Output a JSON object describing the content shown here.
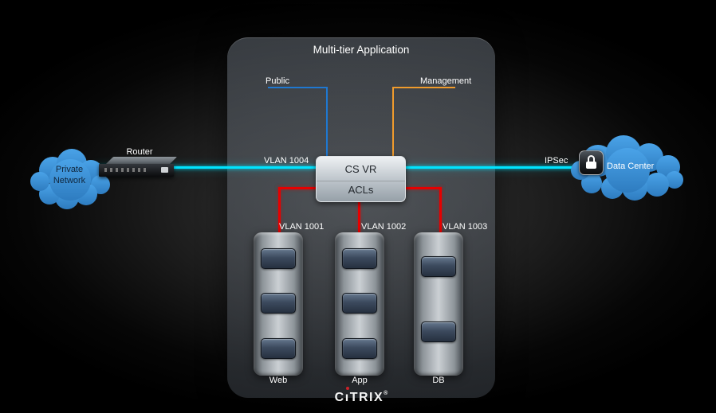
{
  "diagram": {
    "title": "Multi-tier Application",
    "nodes": {
      "private_network": {
        "label": "Private Network"
      },
      "router": {
        "label": "Router"
      },
      "cs_vr": {
        "label": "CS VR",
        "sublabel": "ACLs"
      },
      "data_center": {
        "label": "Data Center",
        "icon": "lock-icon"
      }
    },
    "links": {
      "public": {
        "label": "Public",
        "color": "#1f78d1"
      },
      "management": {
        "label": "Management",
        "color": "#f09b2c"
      },
      "vlan_1004": {
        "label": "VLAN 1004",
        "color": "#00e4ff"
      },
      "ipsec": {
        "label": "IPSec",
        "color": "#00e4ff"
      },
      "tier_link_color": "#e60000"
    },
    "tiers": [
      {
        "vlan": "VLAN 1001",
        "label": "Web",
        "modules": 3
      },
      {
        "vlan": "VLAN 1002",
        "label": "App",
        "modules": 3
      },
      {
        "vlan": "VLAN 1003",
        "label": "DB",
        "modules": 2
      }
    ],
    "logo": {
      "pre": "C",
      "i": "ı",
      "post": "TRIX",
      "reg": "®"
    }
  }
}
